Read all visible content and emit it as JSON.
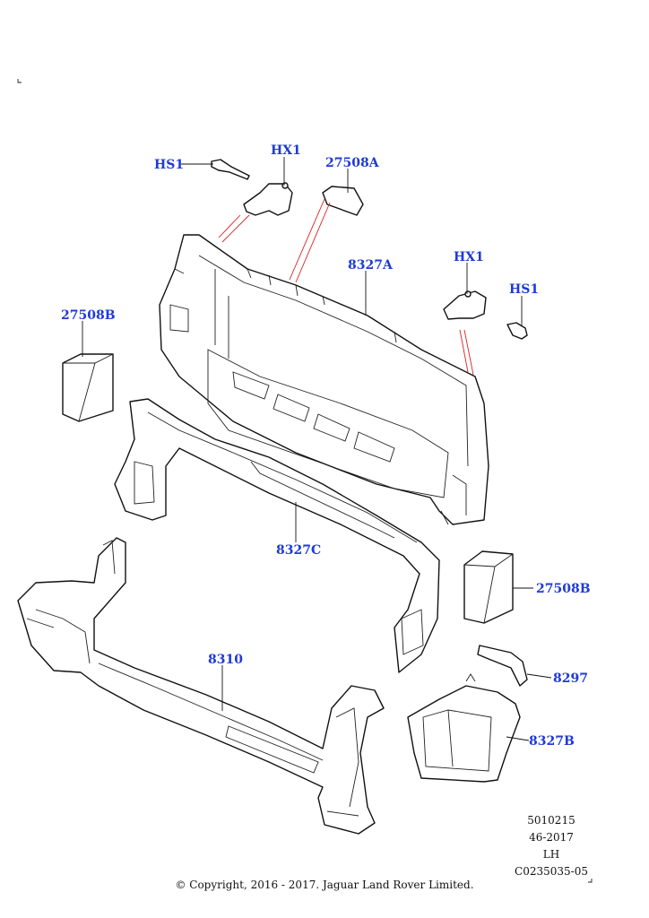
{
  "labels": {
    "hs1_top": "HS1",
    "hx1_top": "HX1",
    "p27508a": "27508A",
    "p8327a": "8327A",
    "hx1_right": "HX1",
    "hs1_right": "HS1",
    "p27508b_left": "27508B",
    "p8327c": "8327C",
    "p27508b_right": "27508B",
    "p8310": "8310",
    "p8297": "8297",
    "p8327b": "8327B"
  },
  "meta": {
    "code1": "5010215",
    "code2": "46-2017",
    "side": "LH",
    "ref": "C0235035-05"
  },
  "copyright": "© Copyright, 2016 - 2017. Jaguar Land Rover Limited.",
  "colors": {
    "label": "#1f3ad6",
    "leader_red": "#d92020",
    "line": "#111111"
  }
}
